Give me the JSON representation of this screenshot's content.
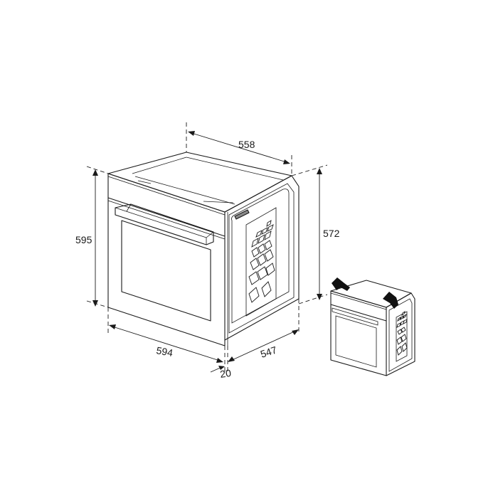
{
  "diagram": {
    "subject": "built-in oven installation dimensions",
    "units_note": "",
    "dimensions": {
      "top_depth": "558",
      "overall_height": "595",
      "body_height": "572",
      "front_width": "594",
      "side_depth": "547",
      "front_offset": "20"
    },
    "inset": {
      "description": "oven being lifted by two hands"
    }
  }
}
